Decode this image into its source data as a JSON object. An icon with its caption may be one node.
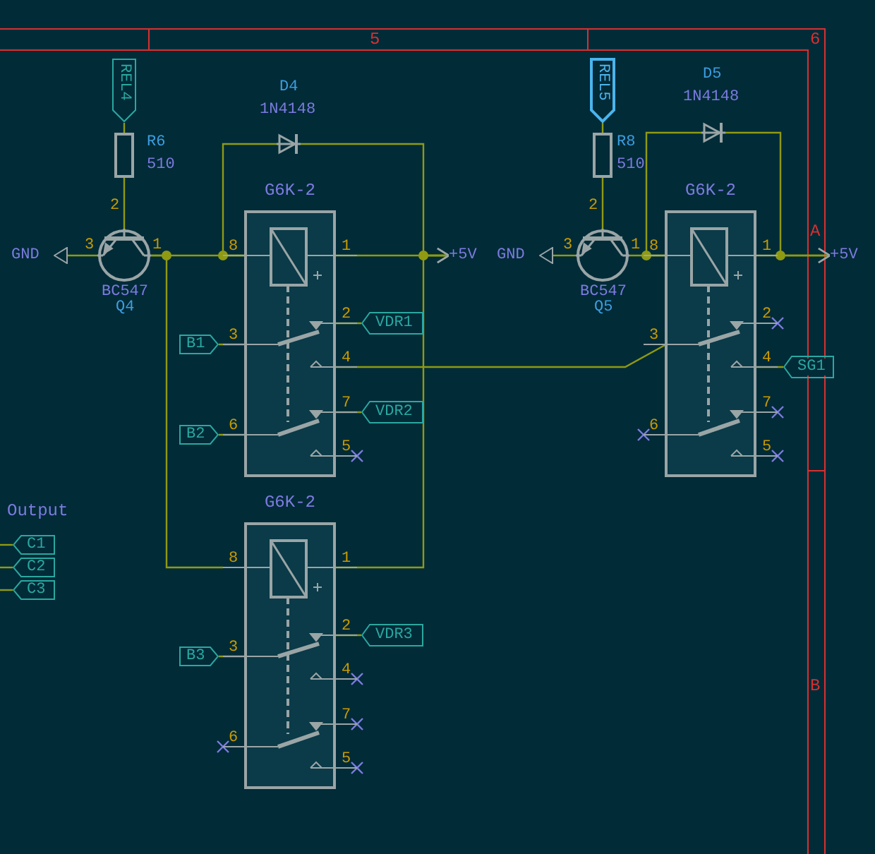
{
  "diagram": {
    "nodes": [
      {
        "text": [
          "REL4"
        ]
      },
      {
        "text": [],
        "shape": "box",
        "beside": [
          "R6",
          "510"
        ]
      },
      {
        "text": [],
        "shape": "circle",
        "beside": [
          "2",
          "3",
          "1",
          "BC547",
          "Q4"
        ]
      },
      {
        "text": [
          "GND"
        ]
      },
      {
        "text": [],
        "shape": "triangle",
        "beside": [
          "D4",
          "1N4148"
        ]
      },
      {
        "text": [
          "G6K-2"
        ],
        "beside": [
          "8",
          "1",
          "2",
          "3",
          "4",
          "7",
          "6",
          "5"
        ]
      },
      {
        "text": [
          "B1"
        ]
      },
      {
        "text": [
          "B2"
        ]
      },
      {
        "text": [
          "VDR1"
        ]
      },
      {
        "text": [
          "VDR2"
        ]
      },
      {
        "text": [
          "G6K-2"
        ],
        "beside": [
          "8",
          "1",
          "2",
          "3",
          "4",
          "7",
          "6",
          "5"
        ]
      },
      {
        "text": [
          "B3"
        ]
      },
      {
        "text": [
          "VDR3"
        ]
      },
      {
        "text": [
          "REL5"
        ]
      },
      {
        "text": [],
        "shape": "box",
        "beside": [
          "R8",
          "510"
        ]
      },
      {
        "text": [],
        "shape": "circle",
        "beside": [
          "2",
          "3",
          "1",
          "BC547",
          "Q5"
        ]
      },
      {
        "text": [
          "GND"
        ]
      },
      {
        "text": [],
        "shape": "triangle",
        "beside": [
          "D5",
          "1N4148"
        ]
      },
      {
        "text": [
          "G6K-2"
        ],
        "beside": [
          "8",
          "1",
          "2",
          "3",
          "4",
          "7",
          "6",
          "5"
        ]
      },
      {
        "text": [
          "SG1"
        ]
      },
      {
        "text": [
          "+5V"
        ]
      },
      {
        "text": [
          "+5V"
        ]
      },
      {
        "text": [
          "C1"
        ]
      },
      {
        "text": [
          "C2"
        ]
      },
      {
        "text": [
          "C3"
        ]
      }
    ],
    "edges": [
      {
        "from": 0,
        "to": 1,
        "arrow": "none"
      },
      {
        "from": 1,
        "to": 2,
        "arrow": "none"
      },
      {
        "from": 2,
        "to": 3,
        "arrow": "none"
      },
      {
        "from": 2,
        "to": 5,
        "arrow": "none"
      },
      {
        "from": 5,
        "to": 4,
        "arrow": "none"
      },
      {
        "from": 4,
        "to": 20,
        "arrow": "to"
      },
      {
        "from": 5,
        "to": 20,
        "arrow": "to"
      },
      {
        "from": 2,
        "to": 10,
        "arrow": "none"
      },
      {
        "from": 10,
        "to": 20,
        "arrow": "to"
      },
      {
        "from": 6,
        "to": 5,
        "arrow": "none"
      },
      {
        "from": 7,
        "to": 5,
        "arrow": "none"
      },
      {
        "from": 5,
        "to": 8,
        "arrow": "none"
      },
      {
        "from": 5,
        "to": 9,
        "arrow": "none"
      },
      {
        "from": 11,
        "to": 10,
        "arrow": "none"
      },
      {
        "from": 10,
        "to": 12,
        "arrow": "none"
      },
      {
        "from": 5,
        "to": 18,
        "arrow": "none"
      },
      {
        "from": 13,
        "to": 14,
        "arrow": "none"
      },
      {
        "from": 14,
        "to": 15,
        "arrow": "none"
      },
      {
        "from": 15,
        "to": 16,
        "arrow": "none"
      },
      {
        "from": 15,
        "to": 18,
        "arrow": "none"
      },
      {
        "from": 18,
        "to": 17,
        "arrow": "none"
      },
      {
        "from": 17,
        "to": 21,
        "arrow": "to"
      },
      {
        "from": 18,
        "to": 21,
        "arrow": "to"
      },
      {
        "from": 18,
        "to": 19,
        "arrow": "none"
      },
      {
        "from": null,
        "to": 22,
        "arrow": "none"
      },
      {
        "from": null,
        "to": 23,
        "arrow": "none"
      },
      {
        "from": null,
        "to": 24,
        "arrow": "none"
      }
    ],
    "labels": [
      "5",
      "6",
      "A",
      "B",
      "Output"
    ]
  }
}
